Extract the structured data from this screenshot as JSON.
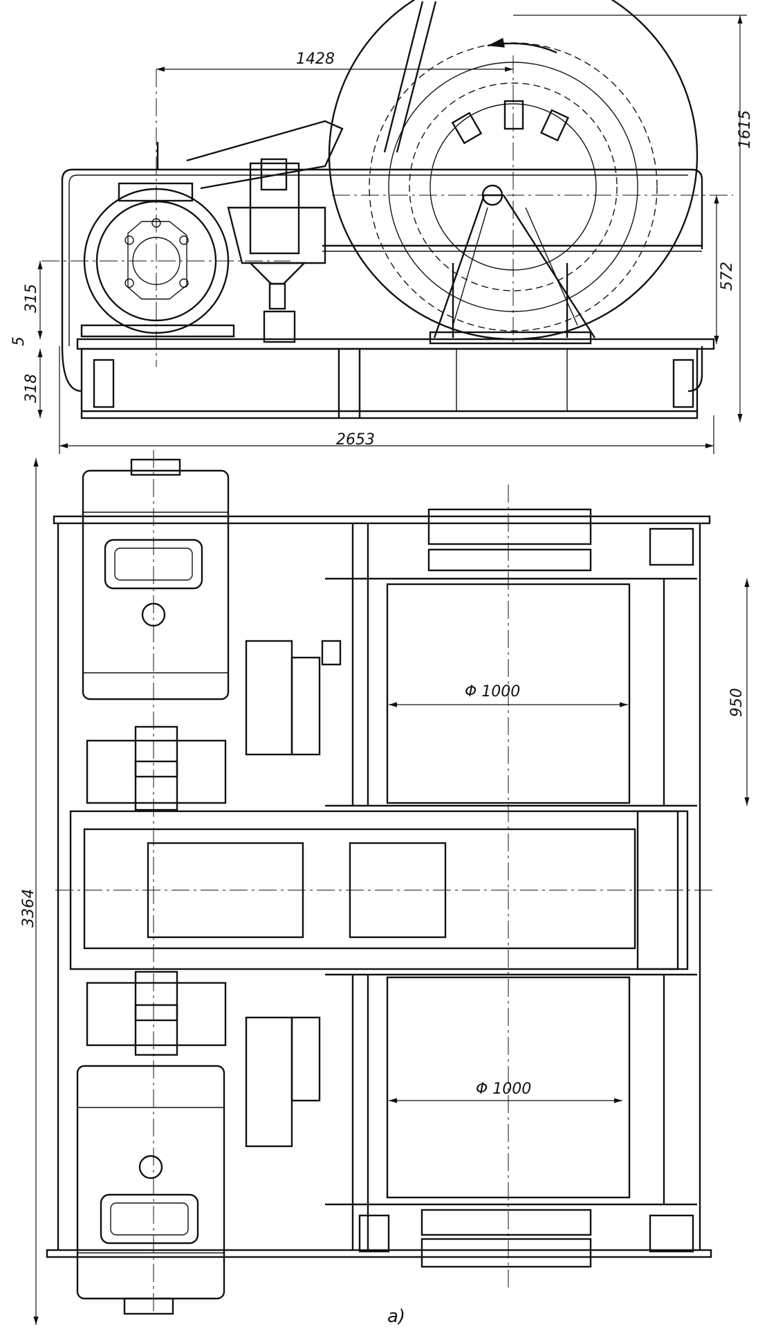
{
  "figure_label": "a)",
  "dimensions": {
    "d1428": "1428",
    "d1615": "1615",
    "d572": "572",
    "d315": "315",
    "d5": "5",
    "d318": "318",
    "d2653": "2653",
    "d3364": "3364",
    "d950": "950",
    "phi1000_upper": "Φ 1000",
    "phi1000_lower": "Φ 1000"
  },
  "views": [
    "side-elevation",
    "plan-view"
  ],
  "icons": [
    "rotation-arrow-icon"
  ]
}
